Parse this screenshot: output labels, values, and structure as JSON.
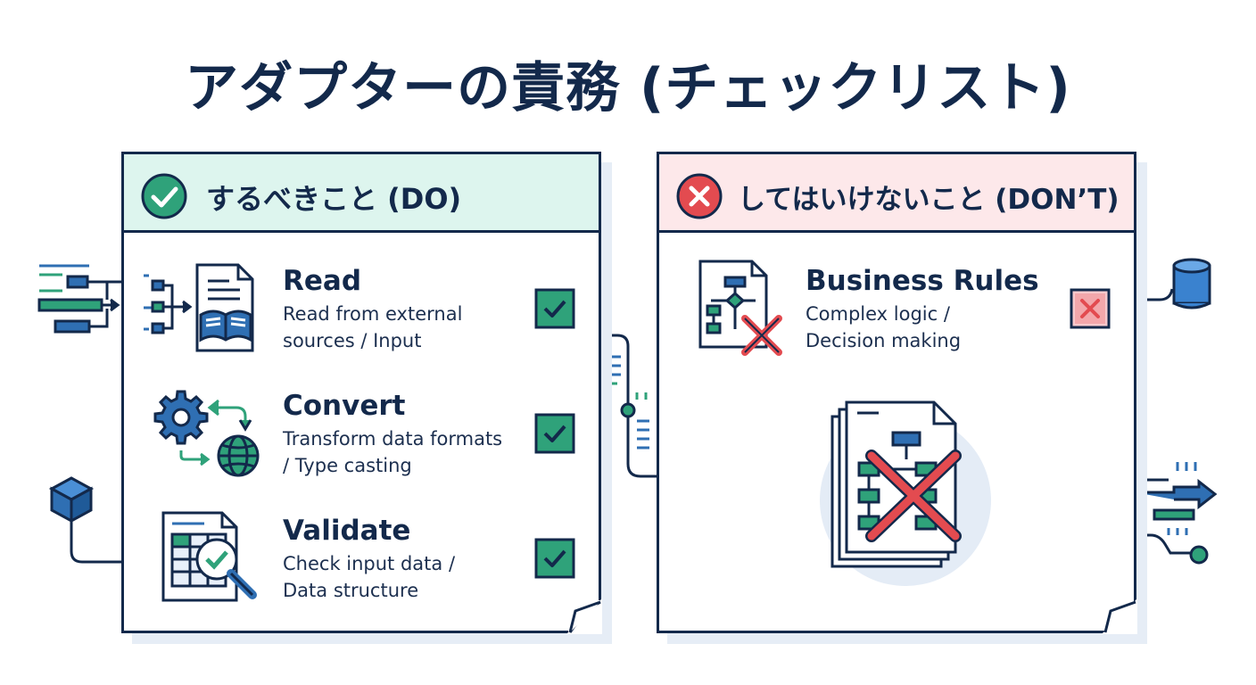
{
  "title": "アダプターの責務 (チェックリスト)",
  "do_card": {
    "header": "するべきこと (DO)",
    "items": [
      {
        "title": "Read",
        "desc_line1": "Read from external",
        "desc_line2": "sources / Input",
        "icon": "document-book-icon",
        "status": "checked"
      },
      {
        "title": "Convert",
        "desc_line1": "Transform data formats",
        "desc_line2": "/ Type casting",
        "icon": "gear-globe-icon",
        "status": "checked"
      },
      {
        "title": "Validate",
        "desc_line1": "Check input data /",
        "desc_line2": "Data structure",
        "icon": "spreadsheet-magnifier-icon",
        "status": "checked"
      }
    ]
  },
  "dont_card": {
    "header": "してはいけないこと (DON’T)",
    "items": [
      {
        "title": "Business Rules",
        "desc_line1": "Complex logic /",
        "desc_line2": "Decision making",
        "icon": "flowchart-document-icon",
        "status": "crossed"
      }
    ]
  },
  "colors": {
    "navy": "#13294b",
    "green": "#1e8f6a",
    "green_fill": "#2fa27a",
    "red": "#e34b50",
    "blue": "#2f6fb3",
    "do_header_bg": "#ddf5ee",
    "dont_header_bg": "#fde8ea"
  }
}
